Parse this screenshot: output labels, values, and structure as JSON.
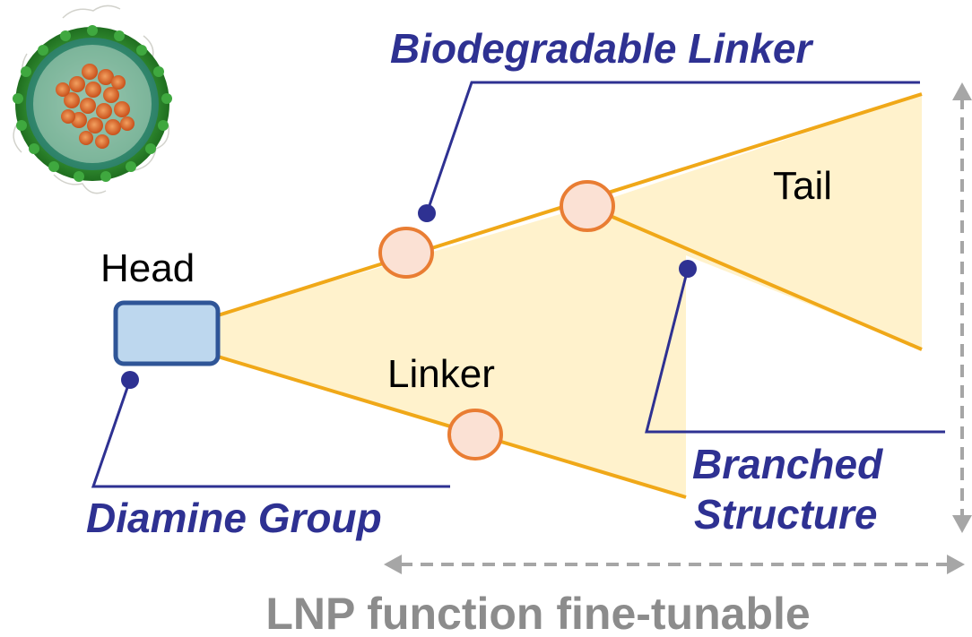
{
  "labels": {
    "head": "Head",
    "linker": "Linker",
    "tail": "Tail",
    "biodegradable_linker": "Biodegradable Linker",
    "diamine_group": "Diamine Group",
    "branched_line1": "Branched",
    "branched_line2": "Structure",
    "function_caption": "LNP function fine-tunable"
  },
  "colors": {
    "fill": "#fff2cc",
    "branch_line": "#f0a818",
    "node_fill": "#fbe1d4",
    "node_stroke": "#e97d33",
    "head_fill": "#bdd7ee",
    "head_stroke": "#2f5597",
    "callout": "#2e3192",
    "arrow_gray": "#a6a6a6"
  },
  "icons": {
    "nanoparticle": "lipid-nanoparticle-icon"
  }
}
